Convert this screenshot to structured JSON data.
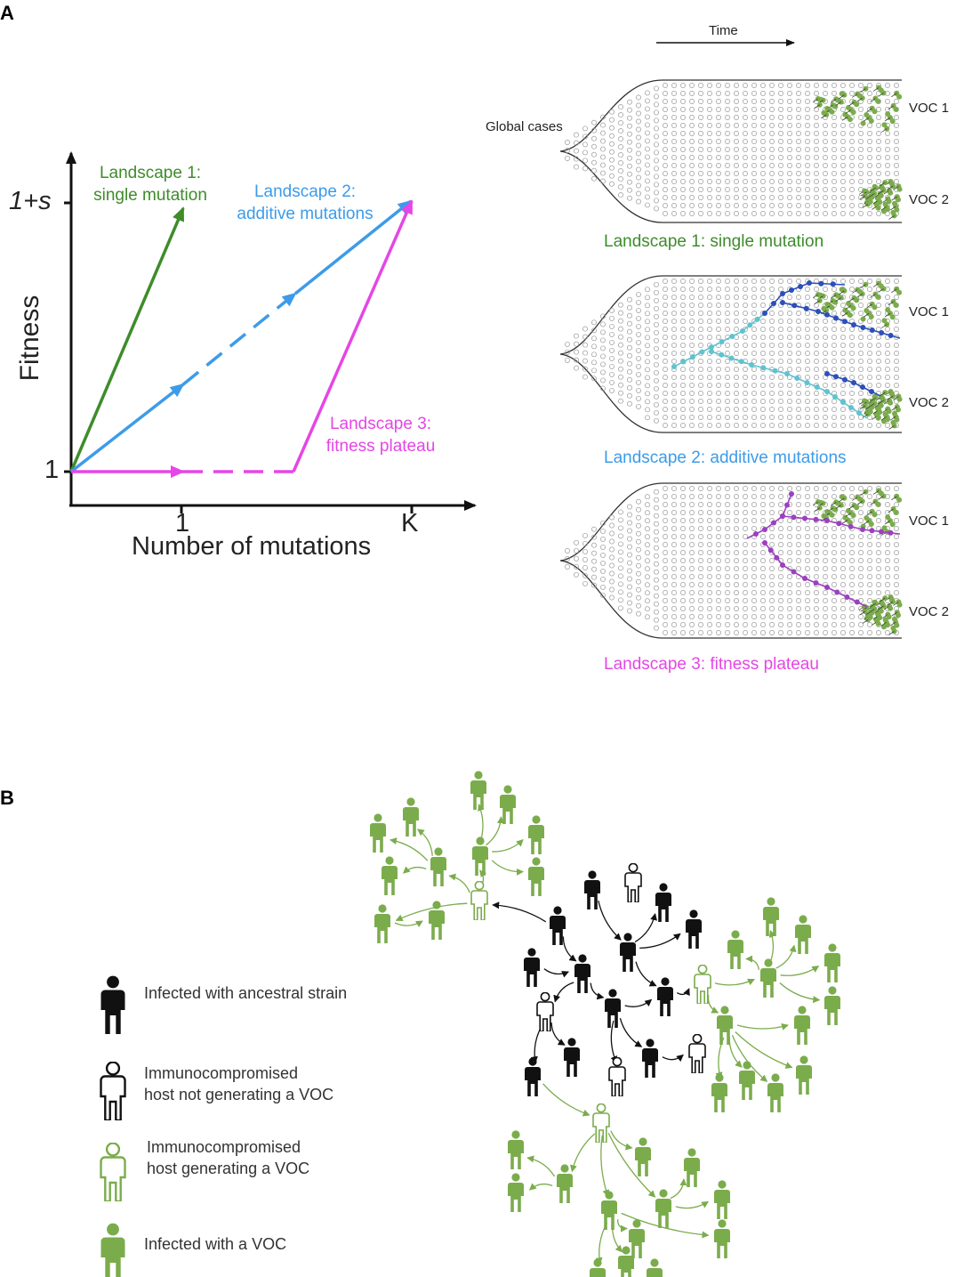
{
  "panels": {
    "a": "A",
    "b": "B"
  },
  "colors": {
    "green": "#3e8c2a",
    "blue": "#3d9be9",
    "magenta": "#e546e5",
    "light_green": "#7bac4c",
    "dark_blue": "#2c4fb8",
    "cyan": "#5fc3cf",
    "purple": "#9c3fc0",
    "black": "#111111",
    "gray": "#8a8a8a"
  },
  "fitness_chart": {
    "y_axis_label": "Fitness",
    "x_axis_label": "Number of mutations",
    "y_ticks": [
      "1",
      "1+s"
    ],
    "x_ticks": [
      "1",
      "K"
    ],
    "landscape_labels": {
      "l1": [
        "Landscape 1:",
        "single mutation"
      ],
      "l2": [
        "Landscape 2:",
        "additive mutations"
      ],
      "l3": [
        "Landscape 3:",
        "fitness plateau"
      ]
    }
  },
  "spread_panel": {
    "time_label": "Time",
    "global_cases_label": "Global cases",
    "voc1_label": "VOC 1",
    "voc2_label": "VOC 2",
    "captions": [
      "Landscape 1: single mutation",
      "Landscape 2: additive mutations",
      "Landscape 3: fitness plateau"
    ]
  },
  "legend": [
    {
      "lines": [
        "Infected with ancestral strain"
      ]
    },
    {
      "lines": [
        "Immunocompromised",
        "host not generating a VOC"
      ]
    },
    {
      "lines": [
        "Immunocompromised",
        "host generating a VOC"
      ]
    },
    {
      "lines": [
        "Infected with a VOC"
      ]
    }
  ]
}
